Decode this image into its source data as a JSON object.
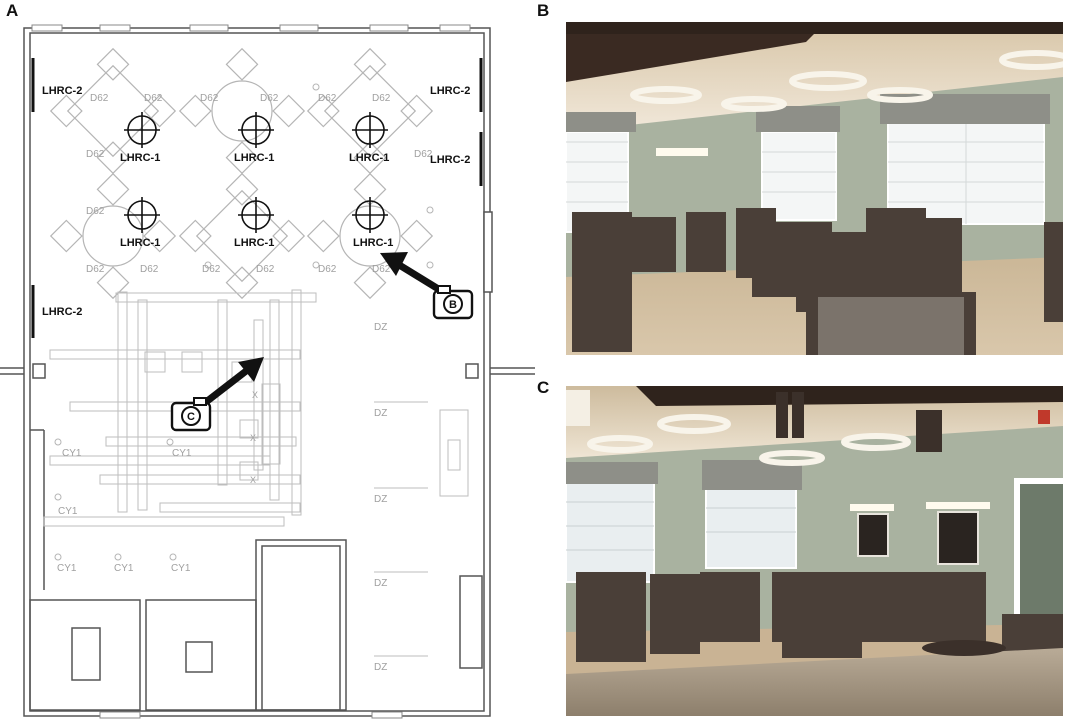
{
  "panels": {
    "a": {
      "letter": "A"
    },
    "b": {
      "letter": "B"
    },
    "c": {
      "letter": "C"
    }
  },
  "plan": {
    "fixture_labels": {
      "lhrc1": "LHRC-1",
      "lhrc2": "LHRC-2"
    },
    "furniture_tags": {
      "d62": "D62",
      "dz": "DZ",
      "cy1": "CY1",
      "x": "X"
    },
    "camera_markers": {
      "b": "B",
      "c": "C"
    }
  },
  "colors": {
    "wall": "#555555",
    "furniture": "#b5b5b5",
    "tag_text": "#a0a0a0",
    "label_text": "#111111",
    "arrow": "#111111",
    "wall_sage": "#a9b2a0",
    "floor": "#cdb89c",
    "chair": "#4a3f38",
    "ceiling_warm": "#e9dcc8"
  },
  "icons": {
    "camera": "camera-icon",
    "arrow": "view-direction-arrow",
    "crosshair": "pendant-crosshair-icon"
  }
}
